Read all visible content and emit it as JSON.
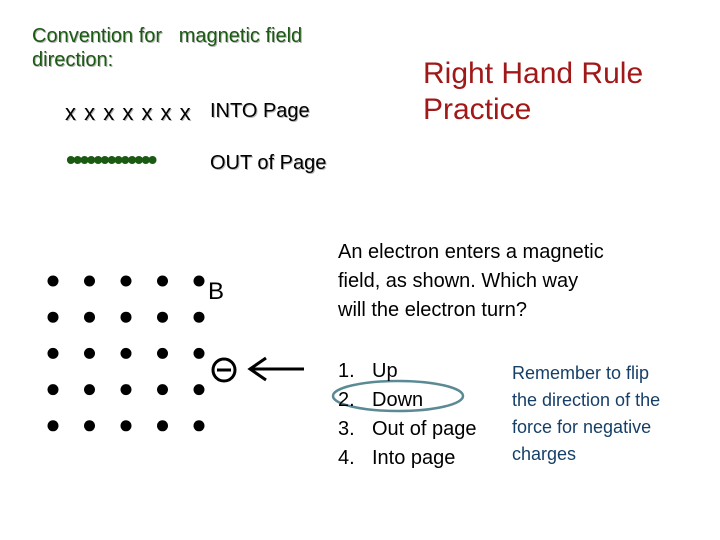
{
  "convention": {
    "title": "Convention for   magnetic field\ndirection:",
    "into_marks": "x x x x x x x",
    "into_label": "INTO Page",
    "out_marks": "•••••••••••••",
    "out_label": "OUT of Page"
  },
  "slide_title": "Right Hand Rule\nPractice",
  "diagram": {
    "field_label": "B",
    "dot_grid": {
      "rows": 5,
      "cols": 5
    },
    "particle_symbol": "⊖",
    "arrow_icon": "arrow-left-icon"
  },
  "question": "An electron enters a magnetic\nfield, as shown. Which way\nwill the electron turn?",
  "options": [
    {
      "num": "1.",
      "label": "Up"
    },
    {
      "num": "2.",
      "label": "Down"
    },
    {
      "num": "3.",
      "label": "Out of page"
    },
    {
      "num": "4.",
      "label": "Into page"
    }
  ],
  "circled_option": "Down",
  "note": "Remember to flip\nthe direction of the\nforce for negative\ncharges",
  "colors": {
    "title": "#a01818",
    "convention": "#1a5a12",
    "note": "#163f68",
    "circle": "#5a8a94"
  }
}
